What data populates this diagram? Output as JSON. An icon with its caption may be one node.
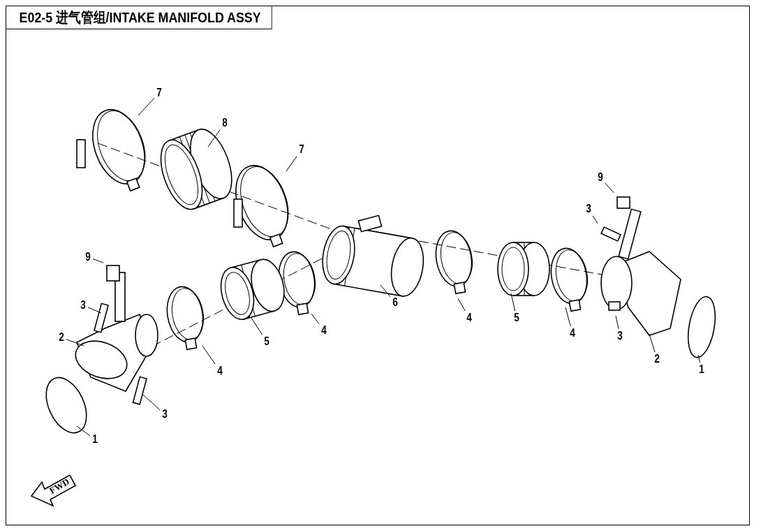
{
  "diagram": {
    "title": "E02-5 进气管组/INTAKE MANIFOLD ASSY",
    "nodes": [
      {
        "text": [
          "7"
        ]
      },
      {
        "text": [
          "8"
        ]
      },
      {
        "text": [
          "7"
        ]
      },
      {
        "text": [
          "9"
        ]
      },
      {
        "text": [
          "3"
        ]
      },
      {
        "text": [
          "9"
        ]
      },
      {
        "text": [
          "3"
        ]
      },
      {
        "text": [
          "6"
        ]
      },
      {
        "text": [
          "4"
        ]
      },
      {
        "text": [
          "4"
        ]
      },
      {
        "text": [
          "5"
        ]
      },
      {
        "text": [
          "4"
        ]
      },
      {
        "text": [
          "2"
        ]
      },
      {
        "text": [
          "5"
        ]
      },
      {
        "text": [
          "3"
        ]
      },
      {
        "text": [
          "2"
        ]
      },
      {
        "text": [
          "1"
        ]
      },
      {
        "text": [
          "4"
        ]
      },
      {
        "text": [
          "3"
        ]
      },
      {
        "text": [
          "1"
        ]
      }
    ],
    "edges": [
      {
        "from": 0,
        "to": null,
        "arrow": "none"
      },
      {
        "from": 1,
        "to": null,
        "arrow": "none"
      },
      {
        "from": 2,
        "to": null,
        "arrow": "none"
      },
      {
        "from": 3,
        "to": null,
        "arrow": "none"
      },
      {
        "from": 4,
        "to": null,
        "arrow": "none"
      },
      {
        "from": 5,
        "to": null,
        "arrow": "none"
      },
      {
        "from": 6,
        "to": null,
        "arrow": "none"
      },
      {
        "from": 7,
        "to": null,
        "arrow": "none"
      },
      {
        "from": 8,
        "to": null,
        "arrow": "none"
      },
      {
        "from": 9,
        "to": null,
        "arrow": "none"
      },
      {
        "from": 10,
        "to": null,
        "arrow": "none"
      },
      {
        "from": 11,
        "to": null,
        "arrow": "none"
      },
      {
        "from": 12,
        "to": null,
        "arrow": "none"
      },
      {
        "from": 13,
        "to": null,
        "arrow": "none"
      },
      {
        "from": 14,
        "to": null,
        "arrow": "none"
      },
      {
        "from": 15,
        "to": null,
        "arrow": "none"
      },
      {
        "from": 16,
        "to": null,
        "arrow": "none"
      },
      {
        "from": 17,
        "to": null,
        "arrow": "none"
      },
      {
        "from": 18,
        "to": null,
        "arrow": "none"
      },
      {
        "from": 19,
        "to": null,
        "arrow": "none"
      }
    ],
    "labels": [
      "FWD"
    ]
  }
}
